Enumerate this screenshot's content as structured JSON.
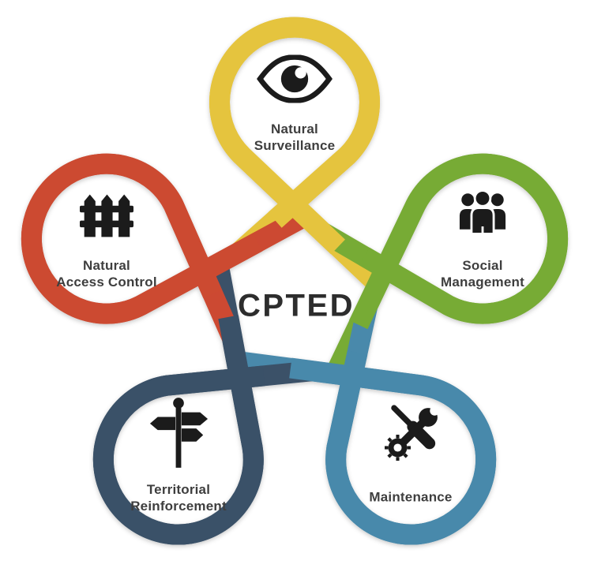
{
  "diagram": {
    "type": "interlocking-loop pentagon diagram",
    "center": {
      "label": "CPTED"
    }
  },
  "colors": {
    "background": "#ffffff",
    "icon_black": "#1b1b1b",
    "label_text": "#3e3e3e",
    "center_text": "#2d2d2d"
  },
  "petals": [
    {
      "name": "natural-surveillance",
      "position": "top",
      "color": "#e5c43e",
      "icon": "eye-icon",
      "lines": [
        "Natural",
        "Surveillance"
      ]
    },
    {
      "name": "social-management",
      "position": "right",
      "color": "#77ab35",
      "icon": "people-icon",
      "lines": [
        "Social",
        "Management"
      ]
    },
    {
      "name": "maintenance",
      "position": "bottom-right",
      "color": "#4889ab",
      "icon": "tools-icon",
      "lines": [
        "Maintenance"
      ]
    },
    {
      "name": "territorial-reinforcement",
      "position": "bottom-left",
      "color": "#3a5168",
      "icon": "signpost-icon",
      "lines": [
        "Territorial",
        "Reinforcement"
      ]
    },
    {
      "name": "natural-access-control",
      "position": "left",
      "color": "#cc4a31",
      "icon": "fence-icon",
      "lines": [
        "Natural",
        "Access Control"
      ]
    }
  ]
}
